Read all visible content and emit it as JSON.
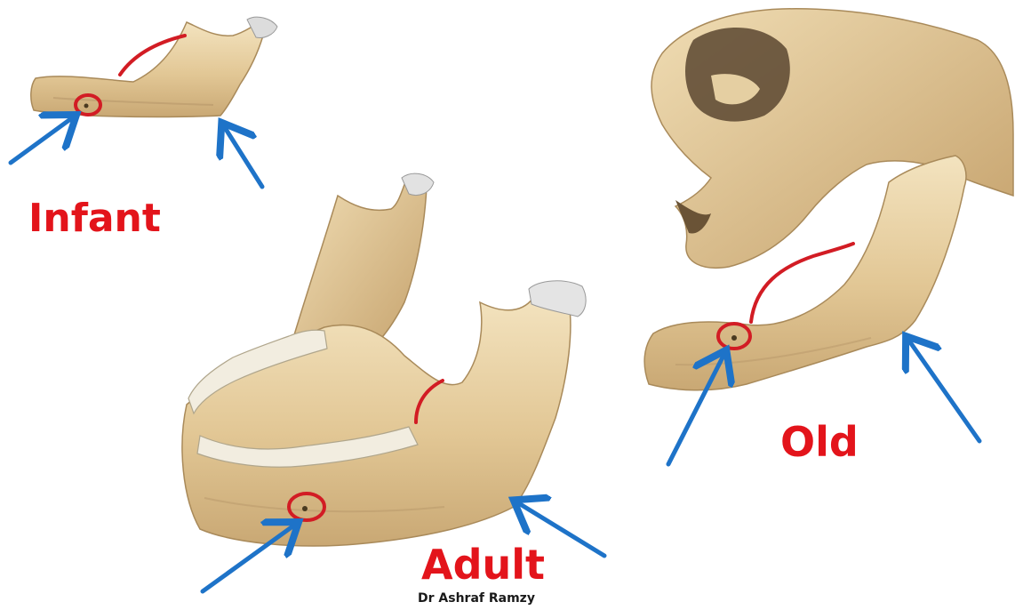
{
  "labels": {
    "infant": "Infant",
    "adult": "Adult",
    "old": "Old"
  },
  "credit": "Dr Ashraf Ramzy",
  "colors": {
    "label": "#e3141b",
    "arrow": "#1e73c8",
    "marker": "#d21c24",
    "bone": "#e8d3a8",
    "bone_shade": "#b89a6a",
    "teeth": "#f2ede0"
  },
  "icons": [
    "arrow-icon",
    "mental-foramen-circle",
    "mandibular-angle-arc"
  ]
}
